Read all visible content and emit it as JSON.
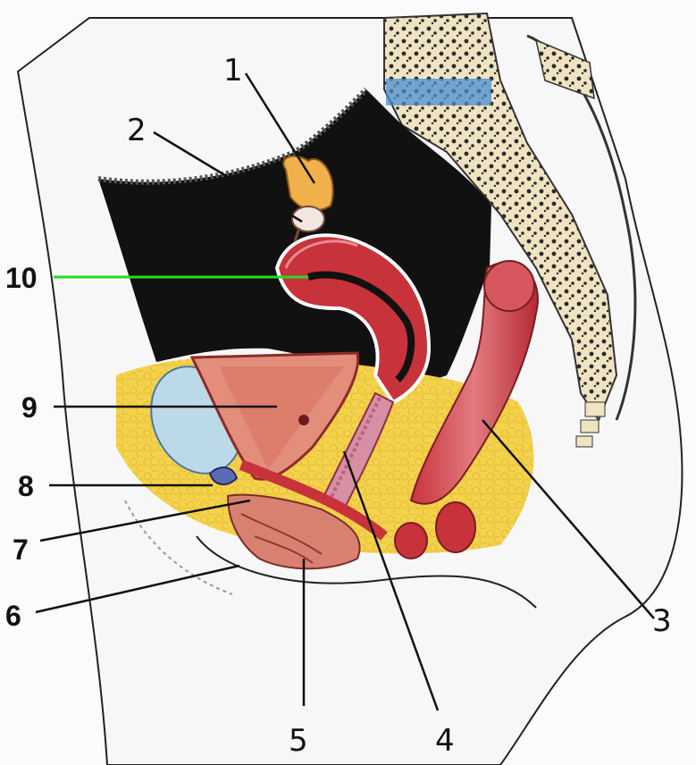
{
  "labels": {
    "l1": "1",
    "l2": "2",
    "l3": "3",
    "l4": "4",
    "l5": "5",
    "l6": "6",
    "l7": "7",
    "l8": "8",
    "l9": "9",
    "l10": "10"
  },
  "colors": {
    "cavity": "#111111",
    "muscle": "#c8323a",
    "muscle_light": "#e07a7e",
    "fat": "#f2d04a",
    "bone": "#e6d3a0",
    "bladder": "#bcd9e8",
    "skin": "#f6f6f6",
    "highlight_line": "#22dd22",
    "leader_line": "#111111"
  }
}
